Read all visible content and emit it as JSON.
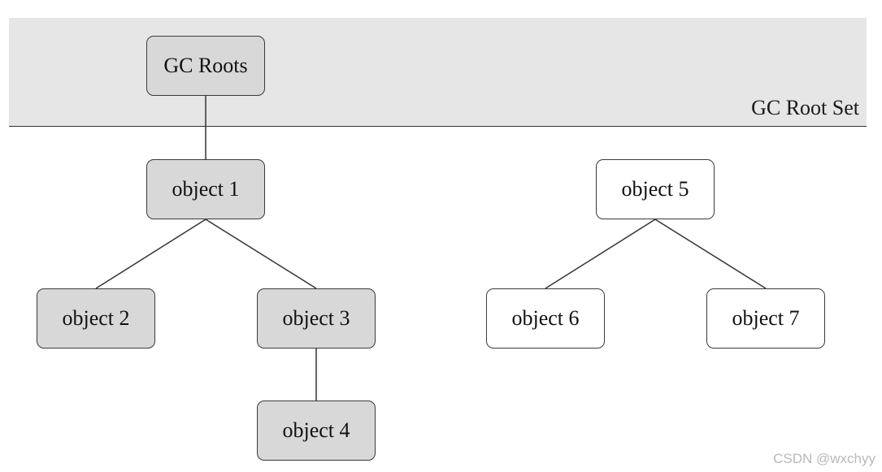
{
  "root_set": {
    "label": "GC Root Set"
  },
  "nodes": {
    "gc_roots": {
      "label": "GC Roots",
      "reachable": true
    },
    "object1": {
      "label": "object 1",
      "reachable": true
    },
    "object2": {
      "label": "object 2",
      "reachable": true
    },
    "object3": {
      "label": "object 3",
      "reachable": true
    },
    "object4": {
      "label": "object 4",
      "reachable": true
    },
    "object5": {
      "label": "object 5",
      "reachable": false
    },
    "object6": {
      "label": "object 6",
      "reachable": false
    },
    "object7": {
      "label": "object 7",
      "reachable": false
    }
  },
  "edges": [
    {
      "from": "gc_roots",
      "to": "object1"
    },
    {
      "from": "object1",
      "to": "object2"
    },
    {
      "from": "object1",
      "to": "object3"
    },
    {
      "from": "object3",
      "to": "object4"
    },
    {
      "from": "object5",
      "to": "object6"
    },
    {
      "from": "object5",
      "to": "object7"
    }
  ],
  "colors": {
    "reachable_fill": "#d8d8d8",
    "unreachable_fill": "#ffffff",
    "root_set_band": "#e6e6e6",
    "stroke": "#333333"
  },
  "watermark": "CSDN @wxchyy"
}
